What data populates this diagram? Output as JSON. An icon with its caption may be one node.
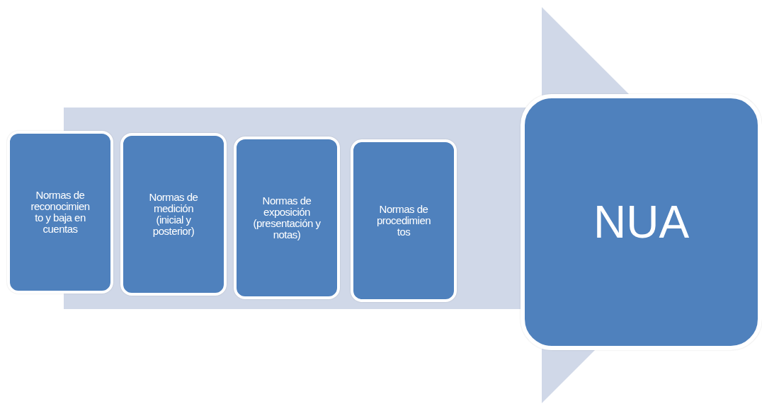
{
  "diagram": {
    "nodes": [
      {
        "text": [
          "Normas de reconocimien to y baja en cuentas"
        ]
      },
      {
        "text": [
          "Normas de medición (inicial y posterior)"
        ]
      },
      {
        "text": [
          "Normas de exposición (presentación y notas)"
        ]
      },
      {
        "text": [
          "Normas de procedimien tos"
        ]
      },
      {
        "text": [
          "NUA"
        ]
      }
    ],
    "edges": [
      {
        "from": 0,
        "to": 4,
        "arrow": "to"
      }
    ]
  }
}
